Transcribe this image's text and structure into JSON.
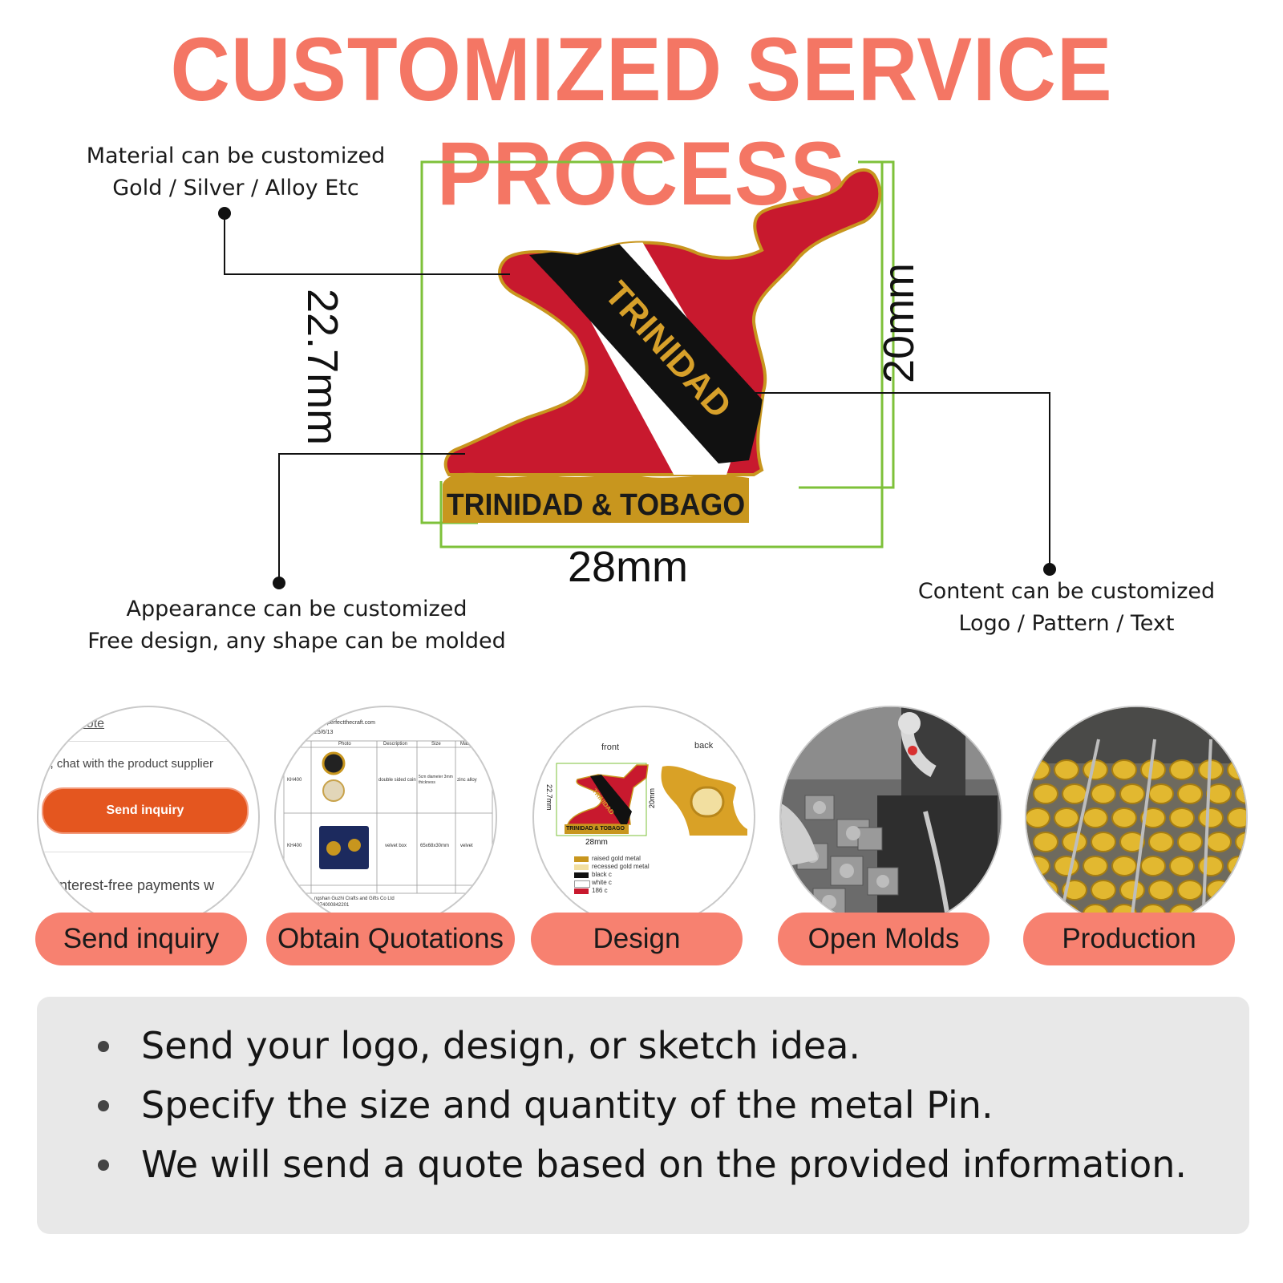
{
  "title": "CUSTOMIZED SERVICE PROCESS",
  "callouts": {
    "material": [
      "Material can be customized",
      "Gold / Silver / Alloy Etc"
    ],
    "appearance": [
      "Appearance can be customized",
      "Free design, any shape can be molded"
    ],
    "content": [
      "Content can be customized",
      "Logo / Pattern / Text"
    ]
  },
  "dimensions": {
    "width": "28mm",
    "height_left": "22.7mm",
    "height_right": "20mm"
  },
  "pin": {
    "sash_text": "TRINIDAD",
    "base_text": "TRINIDAD & TOBAGO"
  },
  "steps": [
    {
      "label": "Send inquiry",
      "image": {
        "quote_link": "quote",
        "chat_text": "or, chat with the product supplier",
        "button": "Send inquiry",
        "payments": "nterest-free payments w"
      }
    },
    {
      "label": "Obtain Quotations",
      "image": {
        "header": "perfectthecraft.com",
        "date": "25/6/13",
        "columns": [
          "Photo",
          "Description",
          "Size",
          "Mat"
        ],
        "rows": [
          {
            "code": "KH400",
            "description": "double sided coin",
            "size": "5cm diameter 3mm thickness",
            "material": "zinc alloy"
          },
          {
            "code": "KH400",
            "description": "velvet box",
            "size": "65x68x30mm",
            "material": "velvet"
          }
        ],
        "footer": [
          "ngshan Guzhi Crafts and Gifts Co Ltd",
          "3874000842201"
        ]
      }
    },
    {
      "label": "Design",
      "image": {
        "front": "front",
        "back": "back",
        "w": "28mm",
        "h1": "22.7mm",
        "h2": "20mm",
        "pin_sash": "TRINIDAD",
        "pin_base": "TRINIDAD & TOBAGO",
        "legend": [
          {
            "color": "#c8961e",
            "text": "raised gold metal"
          },
          {
            "color": "#f2dfa0",
            "text": "recessed gold metal"
          },
          {
            "color": "#111111",
            "text": "black c"
          },
          {
            "color": "#ffffff",
            "text": "white c"
          },
          {
            "color": "#c8192e",
            "text": "186 c"
          }
        ]
      }
    },
    {
      "label": "Open Molds"
    },
    {
      "label": "Production"
    }
  ],
  "bullets": [
    "Send your logo, design, or sketch idea.",
    "Specify the size and quantity of the metal Pin.",
    "We will send a quote based on the provided information."
  ],
  "colors": {
    "accent": "#f47664",
    "pill": "#f78170",
    "pin_red": "#c8192e",
    "pin_gold": "#c8961e",
    "guide_green": "#7ec13a"
  }
}
